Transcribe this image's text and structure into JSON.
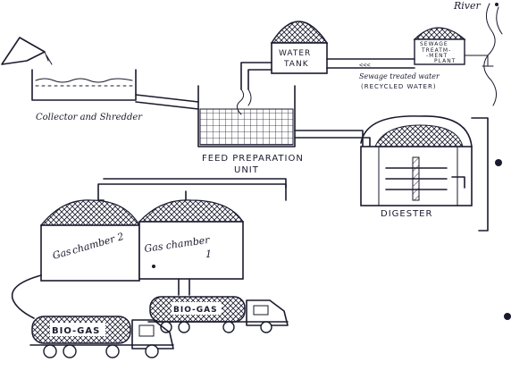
{
  "labels": {
    "river": "River",
    "collector": "Collector and Shredder",
    "feed_line1": "FEED PREPARATION",
    "feed_line2": "UNIT",
    "water_line1": "WATER",
    "water_line2": "TANK",
    "sewage_line1": "SEWAGE",
    "sewage_line2": "TREATM-",
    "sewage_line3": "-MENT",
    "sewage_line4": "PLANT",
    "treated_line1": "Sewage treated water",
    "treated_line2": "(RECYCLED WATER)",
    "digester": "DIGESTER",
    "gas2_line1": "Gas",
    "gas2_line2": "chamber 2",
    "gas1_line1": "Gas chamber",
    "gas1_line2": "1",
    "truck1": "BIO-GAS",
    "truck2": "BIO-GAS"
  },
  "colors": {
    "ink": "#1a1a2e",
    "paper": "#ffffff"
  }
}
